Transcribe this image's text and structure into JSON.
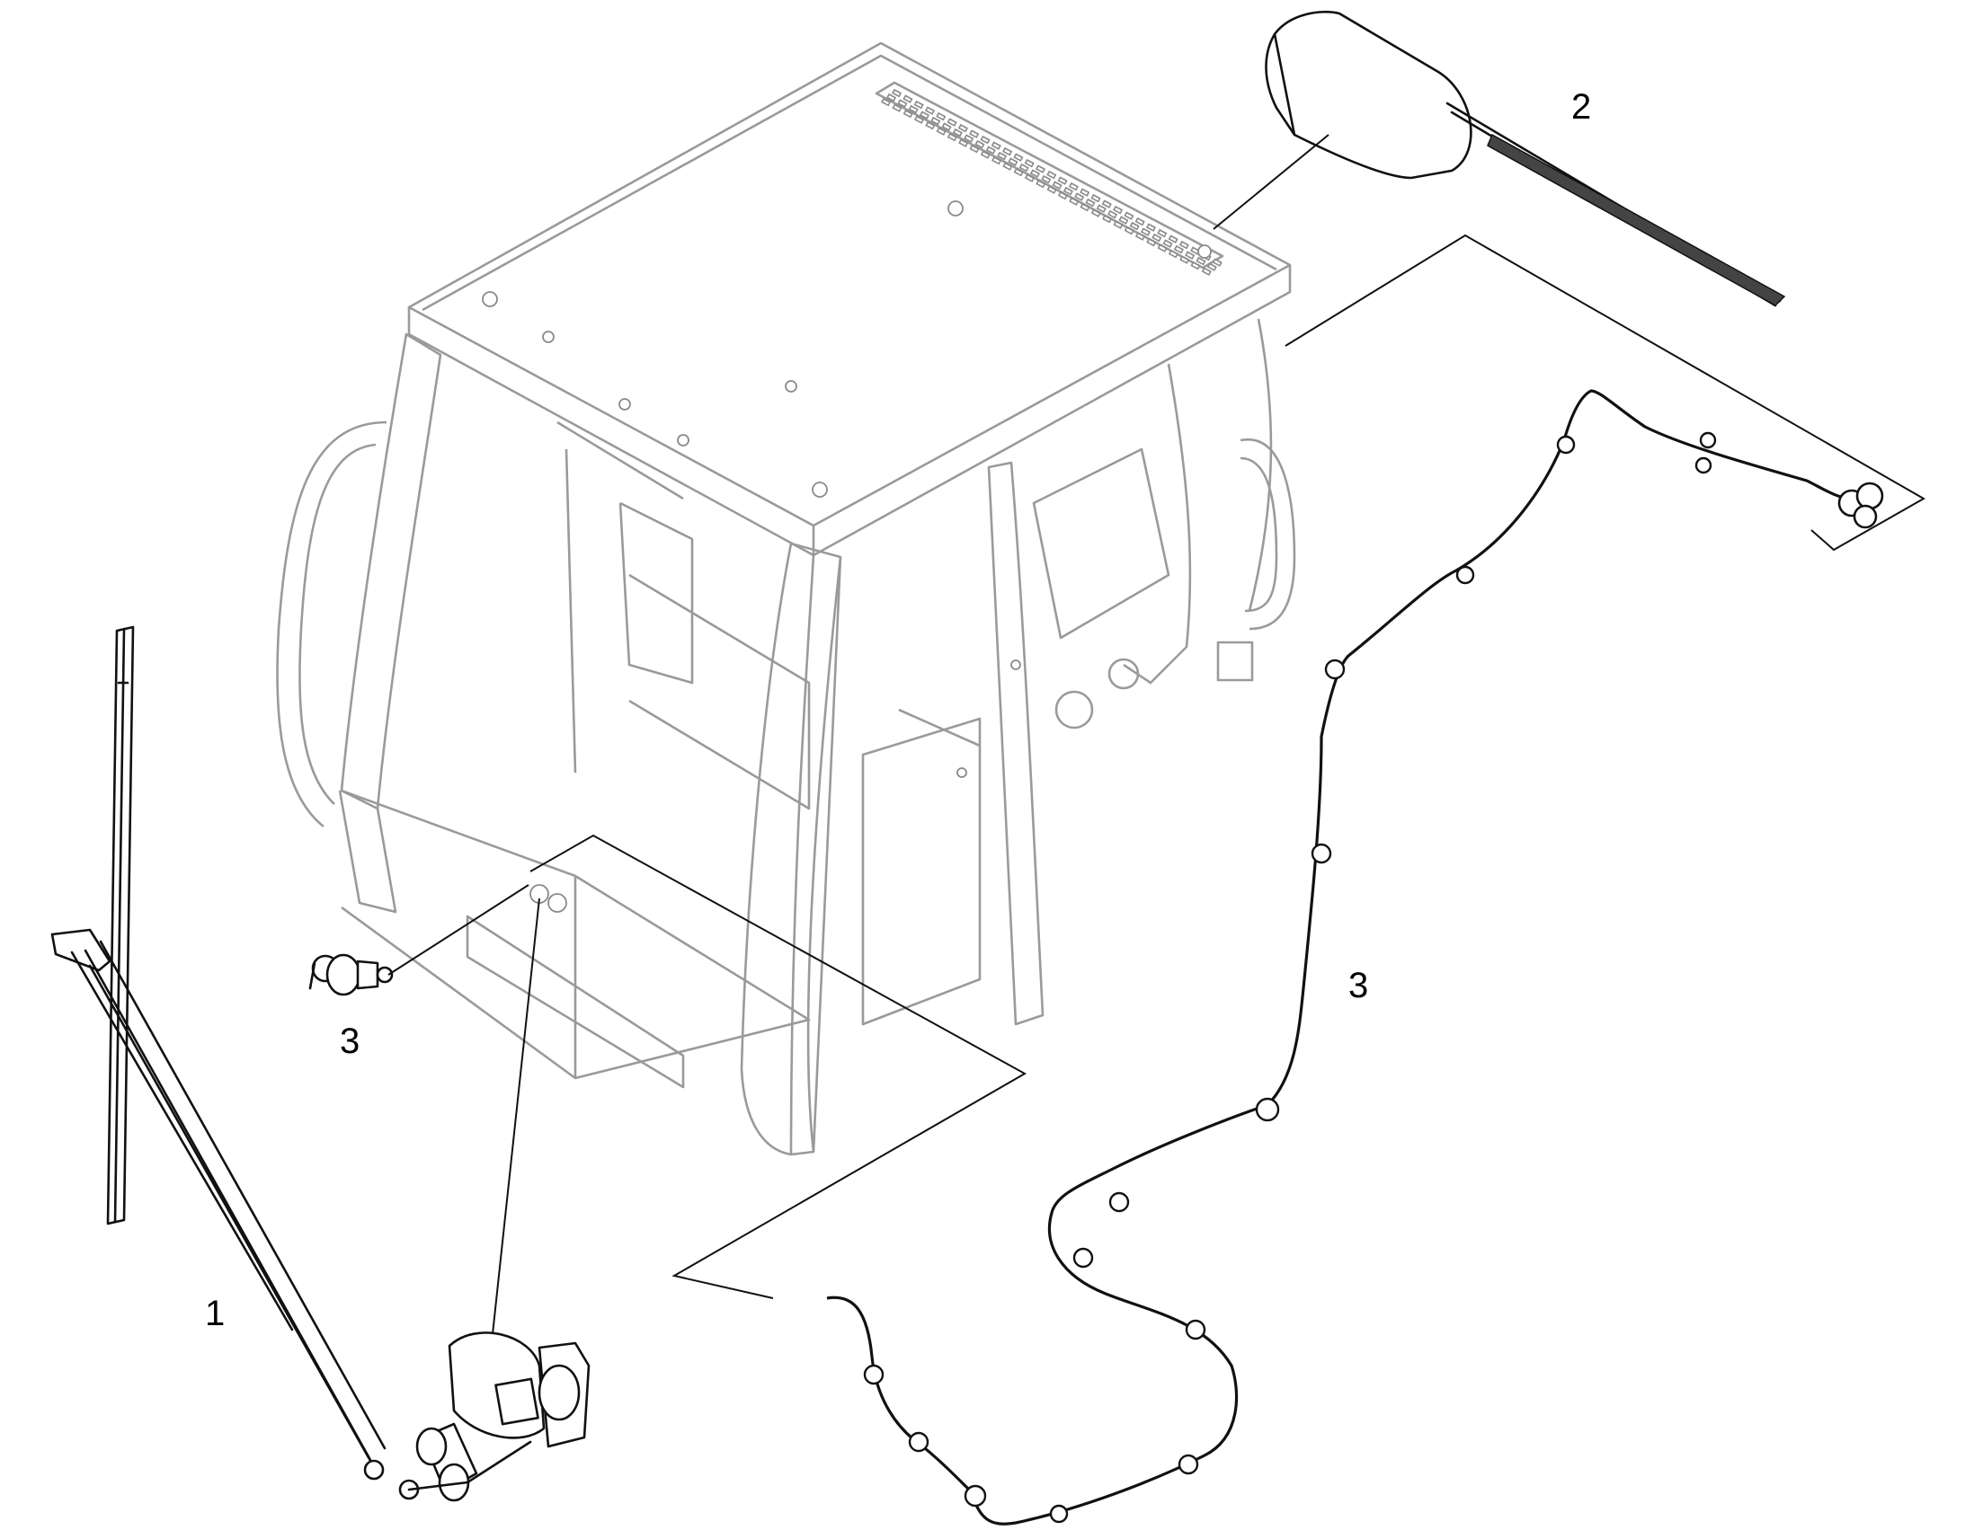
{
  "callouts": {
    "front_wiper": "1",
    "rear_wiper": "2",
    "washer_nozzle": "3",
    "washer_hose": "3"
  },
  "colors": {
    "background": "#ffffff",
    "cab_outline": "#9a9a9a",
    "part_outline": "#111111"
  }
}
